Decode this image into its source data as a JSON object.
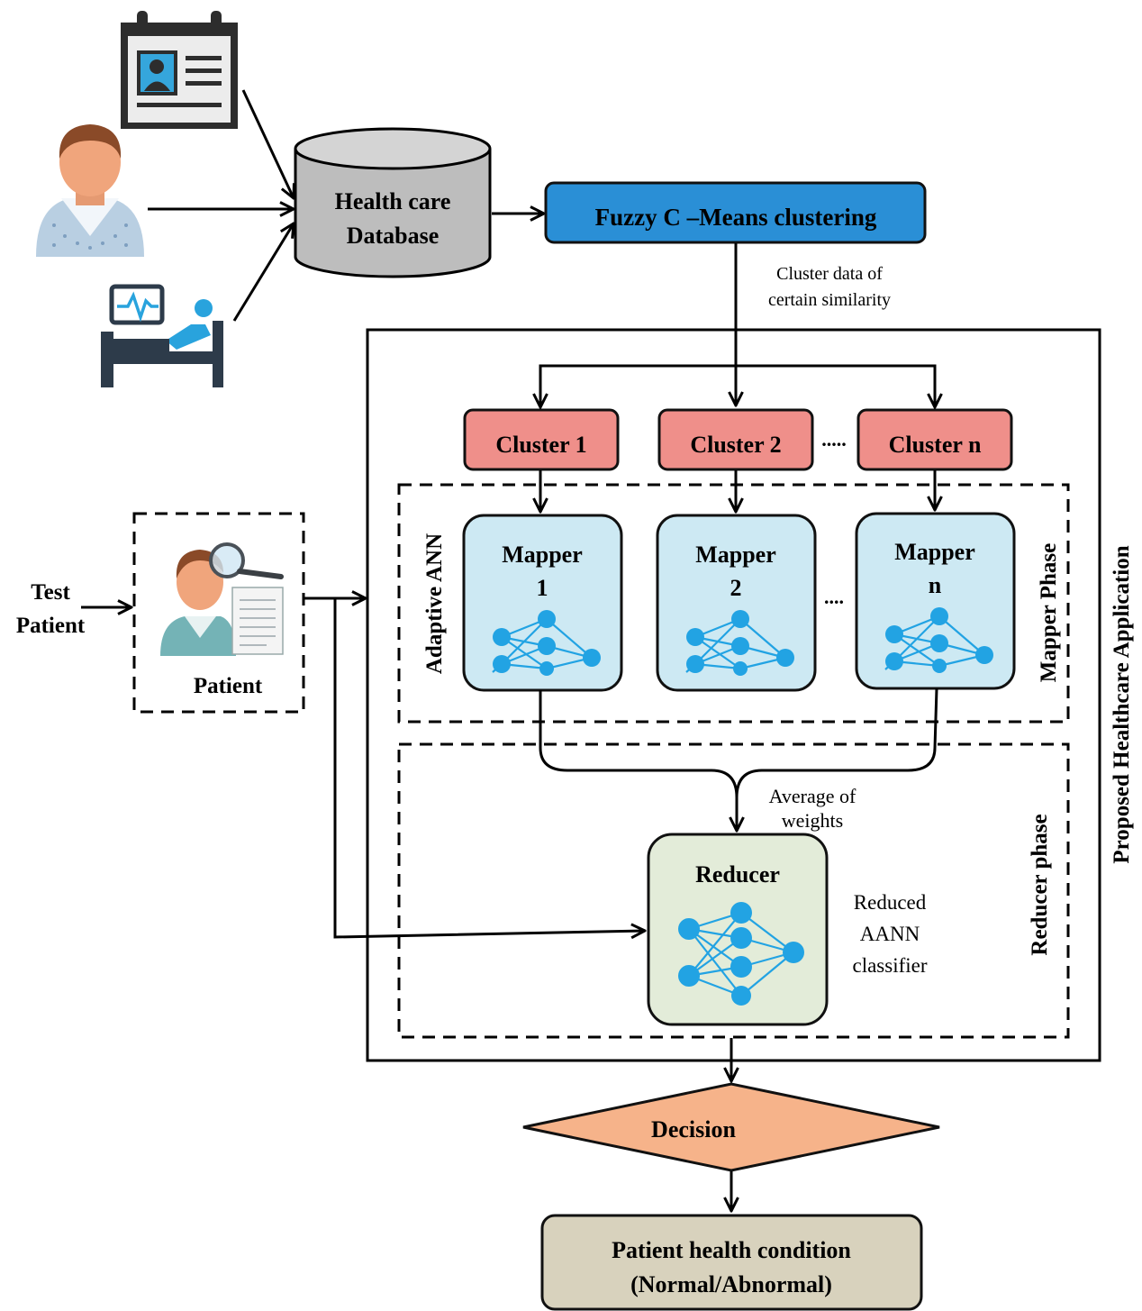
{
  "sources": {
    "record_icon": "patient-record-icon",
    "patient_icon": "patient-avatar-icon",
    "monitor_icon": "hospital-bed-monitor-icon"
  },
  "database": {
    "label_line1": "Health care",
    "label_line2": "Database"
  },
  "fcm": {
    "label": "Fuzzy C –Means clustering"
  },
  "cluster_note": {
    "line1": "Cluster data of",
    "line2": "certain similarity"
  },
  "clusters": [
    {
      "label": "Cluster 1"
    },
    {
      "label": "Cluster 2"
    },
    {
      "label": "Cluster n"
    }
  ],
  "cluster_ellipsis": ".....",
  "mappers": [
    {
      "line1": "Mapper",
      "line2": "1"
    },
    {
      "line1": "Mapper",
      "line2": "2"
    },
    {
      "line1": "Mapper",
      "line2": "n"
    }
  ],
  "mapper_ellipsis": "....",
  "labels": {
    "adaptive_ann": "Adaptive ANN",
    "mapper_phase": "Mapper  Phase",
    "reducer_phase": "Reducer phase",
    "application": "Proposed Healthcare Application"
  },
  "test_patient": {
    "line1": "Test",
    "line2": "Patient"
  },
  "patient_box": {
    "label": "Patient",
    "icon": "patient-examination-icon"
  },
  "average_note": {
    "line1": "Average of",
    "line2": "weights"
  },
  "reducer": {
    "label": "Reducer"
  },
  "reduced_note": {
    "line1": "Reduced",
    "line2": "AANN",
    "line3": "classifier"
  },
  "decision": {
    "label": "Decision"
  },
  "outcome": {
    "line1": "Patient health condition",
    "line2": "(Normal/Abnormal)"
  },
  "colors": {
    "fcm_fill": "#2a8fd6",
    "cluster_fill": "#ef8f8a",
    "mapper_fill": "#cde9f3",
    "reducer_fill": "#e3ecd9",
    "decision_fill": "#f6b38a",
    "outcome_fill": "#d8d2bd",
    "database_fill": "#bdbdbd",
    "network_color": "#22a3e3"
  }
}
